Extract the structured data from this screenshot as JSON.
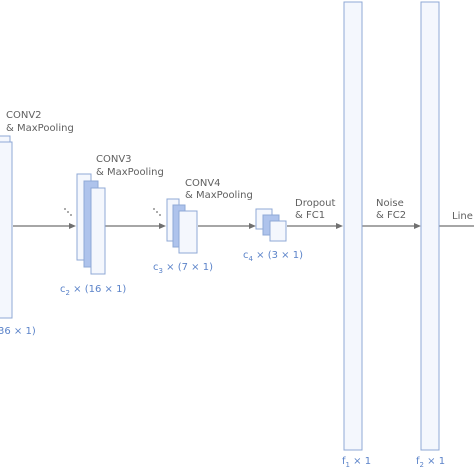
{
  "blocks": {
    "conv2": {
      "title": "CONV2",
      "subtitle": "& MaxPooling",
      "dim_partial": "36 × 1)"
    },
    "conv3": {
      "title": "CONV3",
      "subtitle": "& MaxPooling",
      "dim_prefix": "c",
      "dim_sub": "2",
      "dim_rest": " × (16 × 1)"
    },
    "conv4": {
      "title": "CONV4",
      "subtitle": "& MaxPooling",
      "dim_prefix": "c",
      "dim_sub": "3",
      "dim_rest": " × (7 × 1)"
    },
    "fc1_block": {
      "dim_prefix": "c",
      "dim_sub": "4",
      "dim_rest": " × (3 × 1)"
    }
  },
  "transitions": {
    "dropout": {
      "line1": "Dropout",
      "line2": "& FC1"
    },
    "noise": {
      "line1": "Noise",
      "line2": "& FC2"
    },
    "linear_partial": "Line"
  },
  "fc_layers": {
    "f1": {
      "prefix": "f",
      "sub": "1",
      "rest": " × 1"
    },
    "f2": {
      "prefix": "f",
      "sub": "2",
      "rest": " × 1"
    }
  },
  "colors": {
    "box_fill_light": "#f4f7fd",
    "box_fill_mid": "#aec3ec",
    "box_stroke": "#8fa8d6",
    "arrow": "#707070",
    "label_text": "#606060",
    "dim_text": "#5b83c9"
  }
}
